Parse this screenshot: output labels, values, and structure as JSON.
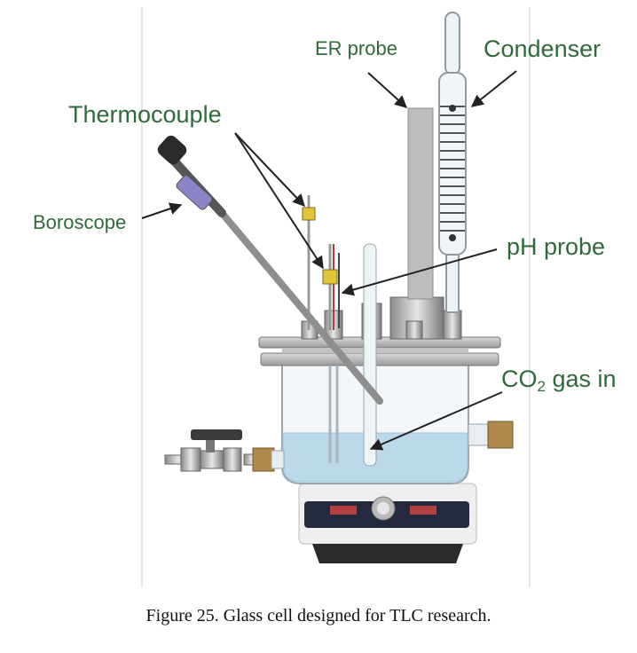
{
  "labels": {
    "er_probe": "ER probe",
    "condenser": "Condenser",
    "thermocouple": "Thermocouple",
    "boroscope": "Boroscope",
    "ph_probe": "pH probe",
    "co2_prefix": "CO",
    "co2_subscript": "2",
    "co2_suffix": " gas in"
  },
  "caption": "Figure 25. Glass cell designed for TLC research.",
  "colors": {
    "label_text": "#2f6b3a",
    "liquid": "#bcd9ea",
    "arrows": "#222222"
  }
}
